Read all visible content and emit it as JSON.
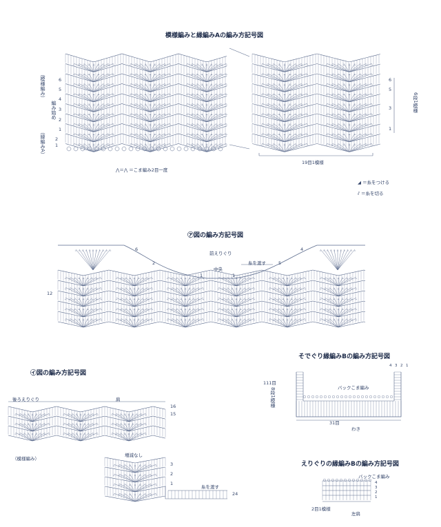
{
  "section1": {
    "title": "模様編みと縁編みAの編み方記号図",
    "left_brackets": {
      "pattern": "（模様編み）",
      "edging": "（縁編みA）"
    },
    "start_label": "編み始め",
    "row_labels_left": [
      "6",
      "5",
      "4",
      "3",
      "2",
      "1",
      "2",
      "1"
    ],
    "row_labels_right": [
      "6",
      "5",
      "3",
      "1"
    ],
    "repeat_vertical": "6段1模様",
    "repeat_horizontal": "19目1模様",
    "note_decrease": "＝こま編み2目一度",
    "legend": {
      "attach": "＝糸をつける",
      "cut": "＝糸を切る"
    }
  },
  "section2": {
    "title": "㋐図の編み方記号図",
    "neckline": "前えりぐり",
    "center": "中央",
    "skip_yarn": "糸を渡す",
    "row_labels": [
      "6",
      "2",
      "1",
      "1",
      "5",
      "4",
      "12"
    ]
  },
  "section3": {
    "title": "㋑図の編み方記号図",
    "back_neckline": "後ろえりぐり",
    "shoulder": "肩",
    "pattern_bracket": "（模様編み）",
    "no_change": "増減なし",
    "skip_yarn": "糸を渡す",
    "row_labels": [
      "16",
      "15",
      "3",
      "2",
      "1",
      "24"
    ]
  },
  "section4": {
    "title": "そでぐり縁編みBの編み方記号図",
    "stitches_top": "111目",
    "repeat_vertical": "8段1模様",
    "back_sc": "バックこま編み",
    "count_bottom": "31目",
    "side": "わき",
    "col_numbers": [
      "4",
      "3",
      "2",
      "1"
    ]
  },
  "section5": {
    "title": "えりぐりの縁編みBの編み方記号図",
    "back_sc": "バックこま編み",
    "repeat": "2目1模様",
    "left_shoulder": "左肩",
    "row_numbers": [
      "4",
      "3",
      "2",
      "1"
    ]
  }
}
